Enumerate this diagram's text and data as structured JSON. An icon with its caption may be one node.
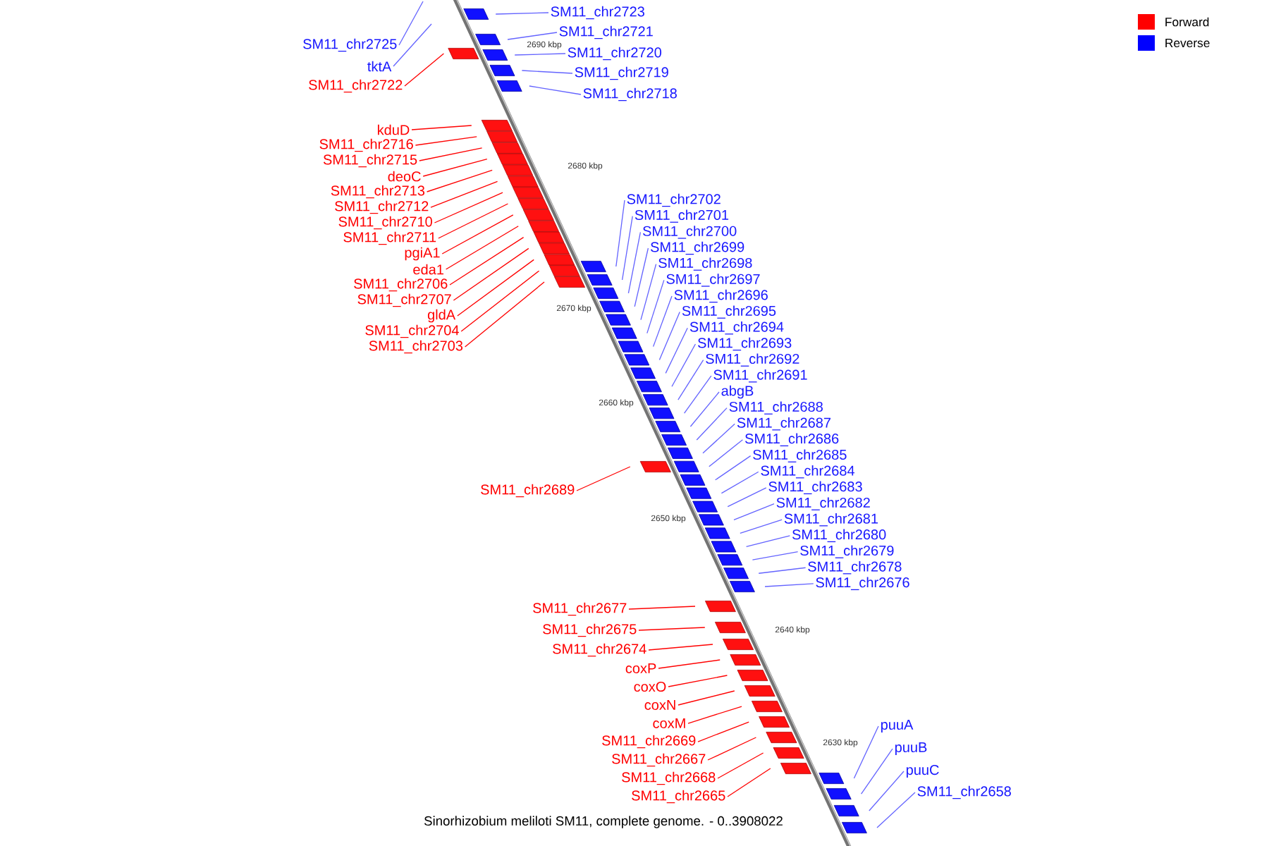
{
  "diagram": {
    "caption": "Sinorhizobium meliloti SM11, complete genome. - 0..3908022",
    "nodes": [
      {
        "text": [
          "SM11_chr2725"
        ]
      },
      {
        "text": [
          "tktA"
        ]
      },
      {
        "text": [
          "SM11_chr2723"
        ]
      },
      {
        "text": [
          "SM11_chr2721"
        ]
      },
      {
        "text": [
          "SM11_chr2720"
        ]
      },
      {
        "text": [
          "SM11_chr2719"
        ]
      },
      {
        "text": [
          "SM11_chr2718"
        ]
      },
      {
        "text": [
          "SM11_chr2722"
        ]
      },
      {
        "text": [
          "kduD"
        ]
      },
      {
        "text": [
          "SM11_chr2716"
        ]
      },
      {
        "text": [
          "SM11_chr2715"
        ]
      },
      {
        "text": [
          "deoC"
        ]
      },
      {
        "text": [
          "SM11_chr2713"
        ]
      },
      {
        "text": [
          "SM11_chr2712"
        ]
      },
      {
        "text": [
          "SM11_chr2710"
        ]
      },
      {
        "text": [
          "SM11_chr2711"
        ]
      },
      {
        "text": [
          "pgiA1"
        ]
      },
      {
        "text": [
          "eda1"
        ]
      },
      {
        "text": [
          "SM11_chr2706"
        ]
      },
      {
        "text": [
          "SM11_chr2707"
        ]
      },
      {
        "text": [
          "gldA"
        ]
      },
      {
        "text": [
          "SM11_chr2704"
        ]
      },
      {
        "text": [
          "SM11_chr2703"
        ]
      },
      {
        "text": [
          "SM11_chr2702"
        ]
      },
      {
        "text": [
          "SM11_chr2701"
        ]
      },
      {
        "text": [
          "SM11_chr2700"
        ]
      },
      {
        "text": [
          "SM11_chr2699"
        ]
      },
      {
        "text": [
          "SM11_chr2698"
        ]
      },
      {
        "text": [
          "SM11_chr2697"
        ]
      },
      {
        "text": [
          "SM11_chr2696"
        ]
      },
      {
        "text": [
          "SM11_chr2695"
        ]
      },
      {
        "text": [
          "SM11_chr2694"
        ]
      },
      {
        "text": [
          "SM11_chr2693"
        ]
      },
      {
        "text": [
          "SM11_chr2692"
        ]
      },
      {
        "text": [
          "SM11_chr2691"
        ]
      },
      {
        "text": [
          "abgB"
        ]
      },
      {
        "text": [
          "SM11_chr2688"
        ]
      },
      {
        "text": [
          "SM11_chr2687"
        ]
      },
      {
        "text": [
          "SM11_chr2686"
        ]
      },
      {
        "text": [
          "SM11_chr2685"
        ]
      },
      {
        "text": [
          "SM11_chr2684"
        ]
      },
      {
        "text": [
          "SM11_chr2683"
        ]
      },
      {
        "text": [
          "SM11_chr2682"
        ]
      },
      {
        "text": [
          "SM11_chr2681"
        ]
      },
      {
        "text": [
          "SM11_chr2680"
        ]
      },
      {
        "text": [
          "SM11_chr2679"
        ]
      },
      {
        "text": [
          "SM11_chr2678"
        ]
      },
      {
        "text": [
          "SM11_chr2676"
        ]
      },
      {
        "text": [
          "SM11_chr2689"
        ]
      },
      {
        "text": [
          "SM11_chr2677"
        ]
      },
      {
        "text": [
          "SM11_chr2675"
        ]
      },
      {
        "text": [
          "SM11_chr2674"
        ]
      },
      {
        "text": [
          "coxP"
        ]
      },
      {
        "text": [
          "coxO"
        ]
      },
      {
        "text": [
          "coxN"
        ]
      },
      {
        "text": [
          "coxM"
        ]
      },
      {
        "text": [
          "SM11_chr2669"
        ]
      },
      {
        "text": [
          "SM11_chr2667"
        ]
      },
      {
        "text": [
          "SM11_chr2668"
        ]
      },
      {
        "text": [
          "SM11_chr2665"
        ]
      },
      {
        "text": [
          "puuA"
        ]
      },
      {
        "text": [
          "puuB"
        ]
      },
      {
        "text": [
          "puuC"
        ]
      },
      {
        "text": [
          "SM11_chr2658"
        ]
      }
    ],
    "edges": [
      {
        "from": 0,
        "to": null,
        "arrow": "none"
      },
      {
        "from": 1,
        "to": null,
        "arrow": "none"
      },
      {
        "from": 2,
        "to": null,
        "arrow": "none"
      },
      {
        "from": 3,
        "to": null,
        "arrow": "none"
      },
      {
        "from": 4,
        "to": null,
        "arrow": "none"
      },
      {
        "from": 5,
        "to": null,
        "arrow": "none"
      },
      {
        "from": 6,
        "to": null,
        "arrow": "none"
      },
      {
        "from": 7,
        "to": null,
        "arrow": "none",
        "color": "#ff0000"
      },
      {
        "from": 8,
        "to": null,
        "arrow": "none",
        "color": "#ff0000"
      },
      {
        "from": 9,
        "to": null,
        "arrow": "none",
        "color": "#ff0000"
      },
      {
        "from": 10,
        "to": null,
        "arrow": "none",
        "color": "#ff0000"
      },
      {
        "from": 11,
        "to": null,
        "arrow": "none",
        "color": "#ff0000"
      },
      {
        "from": 12,
        "to": null,
        "arrow": "none",
        "color": "#ff0000"
      },
      {
        "from": 13,
        "to": null,
        "arrow": "none",
        "color": "#ff0000"
      },
      {
        "from": 14,
        "to": null,
        "arrow": "none",
        "color": "#ff0000"
      },
      {
        "from": 15,
        "to": null,
        "arrow": "none",
        "color": "#ff0000"
      },
      {
        "from": 16,
        "to": null,
        "arrow": "none",
        "color": "#ff0000"
      },
      {
        "from": 17,
        "to": null,
        "arrow": "none",
        "color": "#ff0000"
      },
      {
        "from": 18,
        "to": null,
        "arrow": "none",
        "color": "#ff0000"
      },
      {
        "from": 19,
        "to": null,
        "arrow": "none",
        "color": "#ff0000"
      },
      {
        "from": 20,
        "to": null,
        "arrow": "none",
        "color": "#ff0000"
      },
      {
        "from": 21,
        "to": null,
        "arrow": "none",
        "color": "#ff0000"
      },
      {
        "from": 22,
        "to": null,
        "arrow": "none",
        "color": "#ff0000"
      },
      {
        "from": 23,
        "to": null,
        "arrow": "none"
      },
      {
        "from": 24,
        "to": null,
        "arrow": "none"
      },
      {
        "from": 25,
        "to": null,
        "arrow": "none"
      },
      {
        "from": 26,
        "to": null,
        "arrow": "none"
      },
      {
        "from": 27,
        "to": null,
        "arrow": "none"
      },
      {
        "from": 28,
        "to": null,
        "arrow": "none"
      },
      {
        "from": 29,
        "to": null,
        "arrow": "none"
      },
      {
        "from": 30,
        "to": null,
        "arrow": "none"
      },
      {
        "from": 31,
        "to": null,
        "arrow": "none"
      },
      {
        "from": 32,
        "to": null,
        "arrow": "none"
      },
      {
        "from": 33,
        "to": null,
        "arrow": "none"
      },
      {
        "from": 34,
        "to": null,
        "arrow": "none"
      },
      {
        "from": 35,
        "to": null,
        "arrow": "none"
      },
      {
        "from": 36,
        "to": null,
        "arrow": "none"
      },
      {
        "from": 37,
        "to": null,
        "arrow": "none"
      },
      {
        "from": 38,
        "to": null,
        "arrow": "none"
      },
      {
        "from": 39,
        "to": null,
        "arrow": "none"
      },
      {
        "from": 40,
        "to": null,
        "arrow": "none"
      },
      {
        "from": 41,
        "to": null,
        "arrow": "none"
      },
      {
        "from": 42,
        "to": null,
        "arrow": "none"
      },
      {
        "from": 43,
        "to": null,
        "arrow": "none"
      },
      {
        "from": 44,
        "to": null,
        "arrow": "none"
      },
      {
        "from": 45,
        "to": null,
        "arrow": "none"
      },
      {
        "from": 46,
        "to": null,
        "arrow": "none"
      },
      {
        "from": 47,
        "to": null,
        "arrow": "none"
      },
      {
        "from": 48,
        "to": null,
        "arrow": "none",
        "color": "#ff0000"
      },
      {
        "from": 49,
        "to": null,
        "arrow": "none",
        "color": "#ff0000"
      },
      {
        "from": 50,
        "to": null,
        "arrow": "none",
        "color": "#ff0000"
      },
      {
        "from": 51,
        "to": null,
        "arrow": "none",
        "color": "#ff0000"
      },
      {
        "from": 52,
        "to": null,
        "arrow": "none",
        "color": "#ff0000"
      },
      {
        "from": 53,
        "to": null,
        "arrow": "none",
        "color": "#ff0000"
      },
      {
        "from": 54,
        "to": null,
        "arrow": "none",
        "color": "#ff0000"
      },
      {
        "from": 55,
        "to": null,
        "arrow": "none",
        "color": "#ff0000"
      },
      {
        "from": 56,
        "to": null,
        "arrow": "none",
        "color": "#ff0000"
      },
      {
        "from": 57,
        "to": null,
        "arrow": "none",
        "color": "#ff0000"
      },
      {
        "from": 58,
        "to": null,
        "arrow": "none",
        "color": "#ff0000"
      },
      {
        "from": 59,
        "to": null,
        "arrow": "none",
        "color": "#ff0000"
      },
      {
        "from": 60,
        "to": null,
        "arrow": "none"
      },
      {
        "from": 61,
        "to": null,
        "arrow": "none"
      },
      {
        "from": 62,
        "to": null,
        "arrow": "none"
      },
      {
        "from": 63,
        "to": null,
        "arrow": "none"
      }
    ],
    "labels": [
      "2690 kbp",
      "2680 kbp",
      "2670 kbp",
      "2660 kbp",
      "2650 kbp",
      "2640 kbp",
      "2630 kbp"
    ],
    "legend": [
      {
        "text": "Forward",
        "color": "#ff0000"
      },
      {
        "text": "Reverse",
        "color": "#0000ff"
      }
    ]
  }
}
